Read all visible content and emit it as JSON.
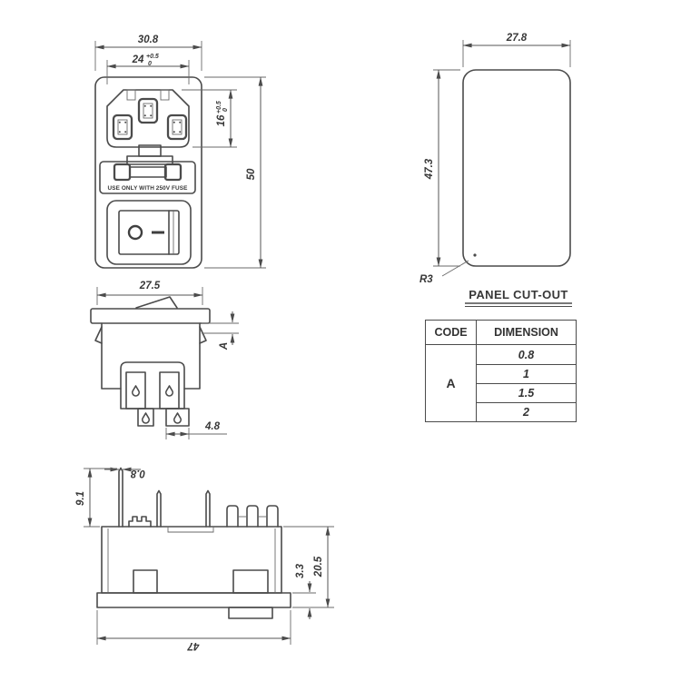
{
  "front_view": {
    "dim_overall_width": "30.8",
    "dim_socket_width": "24",
    "dim_socket_width_tol_upper": "+0.5",
    "dim_socket_width_tol_lower": "0",
    "dim_socket_height": "16",
    "dim_socket_height_tol_upper": "+0.5",
    "dim_socket_height_tol_lower": "0",
    "dim_overall_height": "50",
    "fuse_warning": "USE ONLY WITH 250V FUSE"
  },
  "switch_side_view": {
    "dim_width": "27.5",
    "dim_panel_thickness_code": "A",
    "dim_terminal_width": "4.8"
  },
  "panel_cutout_view": {
    "dim_width": "27.8",
    "dim_height": "47.3",
    "dim_corner_radius": "R3",
    "title": "PANEL CUT-OUT"
  },
  "cutout_table": {
    "headers": [
      "CODE",
      "DIMENSION"
    ],
    "code": "A",
    "dimension_values": [
      "0.8",
      "1",
      "1.5",
      "2"
    ]
  },
  "bottom_view": {
    "dim_pin_thickness": "0.8",
    "dim_pin_height": "9.1",
    "dim_flange_thickness": "3.3",
    "dim_body_height": "20.5",
    "dim_overall_length": "47"
  }
}
